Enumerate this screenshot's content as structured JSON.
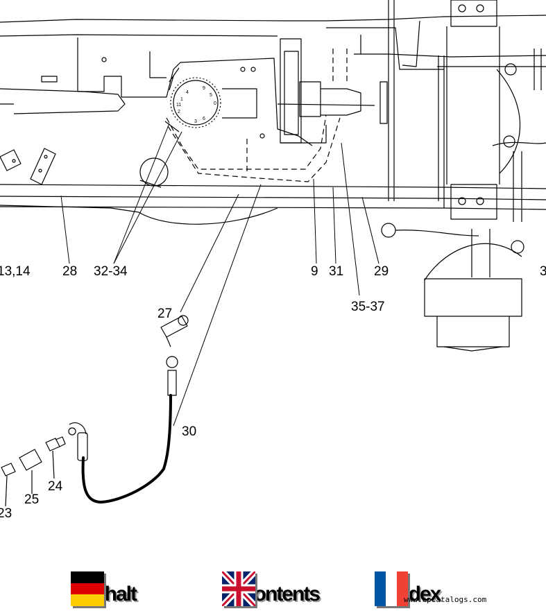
{
  "callouts": [
    {
      "id": "c-13-14",
      "text": "13,14"
    },
    {
      "id": "c-28",
      "text": "28"
    },
    {
      "id": "c-32-34",
      "text": "32-34"
    },
    {
      "id": "c-9",
      "text": "9"
    },
    {
      "id": "c-31",
      "text": "31"
    },
    {
      "id": "c-29",
      "text": "29"
    },
    {
      "id": "c-3",
      "text": "3"
    },
    {
      "id": "c-35-37",
      "text": "35-37"
    },
    {
      "id": "c-27",
      "text": "27"
    },
    {
      "id": "c-30",
      "text": "30"
    },
    {
      "id": "c-24",
      "text": "24"
    },
    {
      "id": "c-25",
      "text": "25"
    },
    {
      "id": "c-23",
      "text": "23"
    }
  ],
  "dial_numbers": [
    "4",
    "1",
    "9",
    "11",
    "2",
    "3",
    "6",
    "0",
    "5"
  ],
  "nav": {
    "inhalt": "Inhalt",
    "contents": "Contents",
    "index": "Index"
  },
  "watermark": "www.epcatalogs.com",
  "colors": {
    "line": "#000000",
    "de_black": "#000000",
    "de_red": "#dd0000",
    "de_gold": "#ffce00",
    "uk_blue": "#012169",
    "uk_red": "#c8102e",
    "fr_blue": "#0055a4",
    "fr_red": "#ef4135"
  }
}
